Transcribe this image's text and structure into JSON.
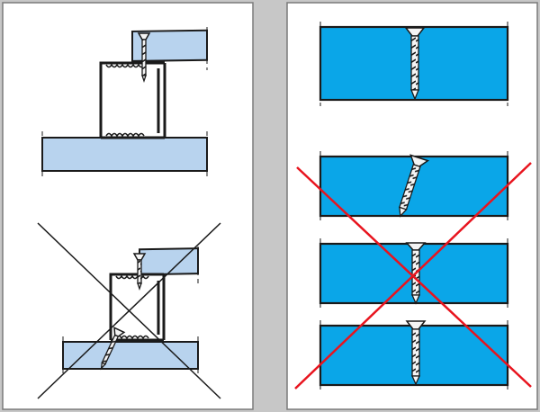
{
  "colors": {
    "background": "#c7c7c7",
    "panel_fill": "#ffffff",
    "panel_border": "#7a7a7a",
    "board_light": "#b8d3ee",
    "board_blue": "#0aa6e8",
    "line": "#1a1a1a",
    "cross_black": "#1a1a1a",
    "cross_red": "#e8141e"
  },
  "left_panel": {
    "correct_detail": "stud-and-track-correct",
    "wrong_detail": "stud-and-track-wrong",
    "wrong_mark": "black-cross"
  },
  "right_panel": {
    "correct_detail": "screw-correct",
    "wrong_details": [
      "screw-angled",
      "screw-overdriven",
      "screw-underdriven"
    ],
    "wrong_mark": "red-cross"
  }
}
